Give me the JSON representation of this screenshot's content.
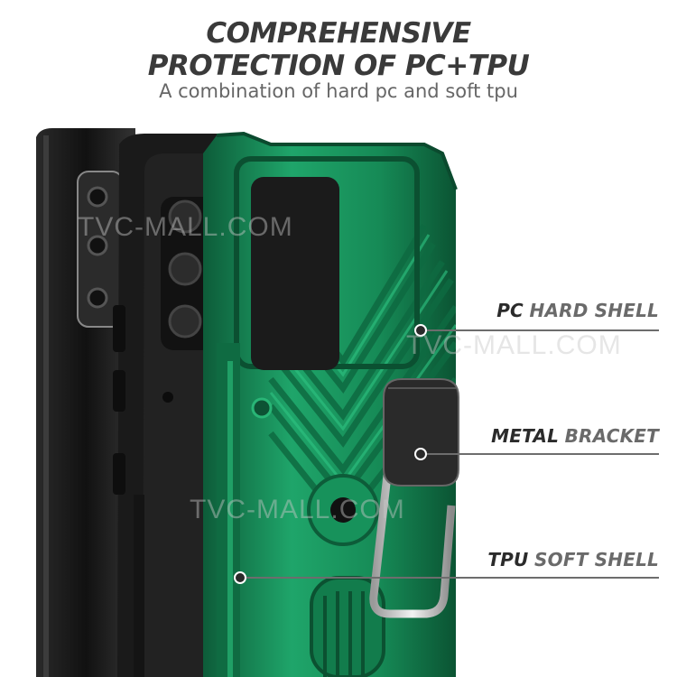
{
  "header": {
    "line1": "COMPREHENSIVE",
    "line2": "PROTECTION OF PC+TPU",
    "subtitle": "A combination of hard pc and soft tpu"
  },
  "callouts": [
    {
      "strong": "PC",
      "rest": "HARD SHELL"
    },
    {
      "strong": "METAL",
      "rest": "BRACKET"
    },
    {
      "strong": "TPU",
      "rest": "SOFT SHELL"
    }
  ],
  "watermarks": [
    "TVC-MALL.COM",
    "TVC-MALL.COM",
    "TVC-MALL.COM"
  ],
  "colors": {
    "case_green": "#1e9a62",
    "case_green_dark": "#0f6b42",
    "phone_black": "#1c1c1c",
    "text_dark": "#3a3a3a"
  }
}
